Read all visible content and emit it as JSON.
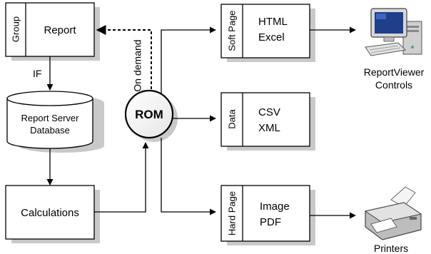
{
  "boxes": {
    "report": {
      "side_label": "Group",
      "label": "Report"
    },
    "database": {
      "line1": "Report Server",
      "line2": "Database"
    },
    "calculations": {
      "label": "Calculations"
    },
    "rom": {
      "label": "ROM"
    },
    "soft_page": {
      "side_label": "Soft Page",
      "line1": "HTML",
      "line2": "Excel"
    },
    "data": {
      "side_label": "Data",
      "line1": "CSV",
      "line2": "XML"
    },
    "hard_page": {
      "side_label": "Hard Page",
      "line1": "Image",
      "line2": "PDF"
    }
  },
  "edge_labels": {
    "if": "IF",
    "on_demand": "On demand"
  },
  "outputs": {
    "viewer": {
      "line1": "ReportViewer",
      "line2": "Controls",
      "icon": "computer-icon"
    },
    "printer": {
      "line1": "Printers",
      "icon": "printer-icon"
    }
  }
}
